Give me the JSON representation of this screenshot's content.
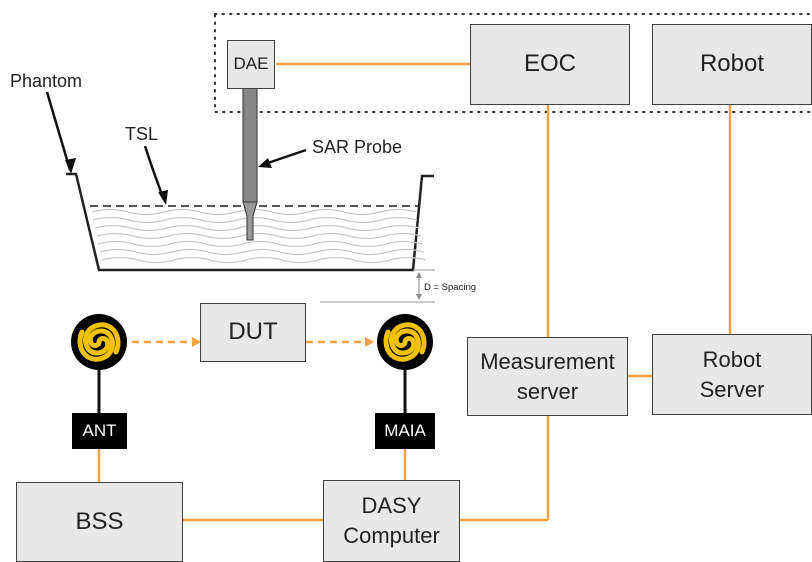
{
  "labels": {
    "phantom": "Phantom",
    "tsl": "TSL",
    "sar_probe": "SAR Probe",
    "spacing": "D = Spacing"
  },
  "boxes": {
    "dae": "DAE",
    "eoc": "EOC",
    "robot": "Robot",
    "dut": "DUT",
    "measurement_server": "Measurement\nserver",
    "robot_server": "Robot\nServer",
    "bss": "BSS",
    "dasy_computer": "DASY\nComputer"
  },
  "tags": {
    "ant": "ANT",
    "maia": "MAIA"
  },
  "colors": {
    "connector": "#f5a242",
    "box_fill": "#e8e8e8",
    "box_border": "#404040",
    "spiral_yellow": "#f2c200"
  }
}
